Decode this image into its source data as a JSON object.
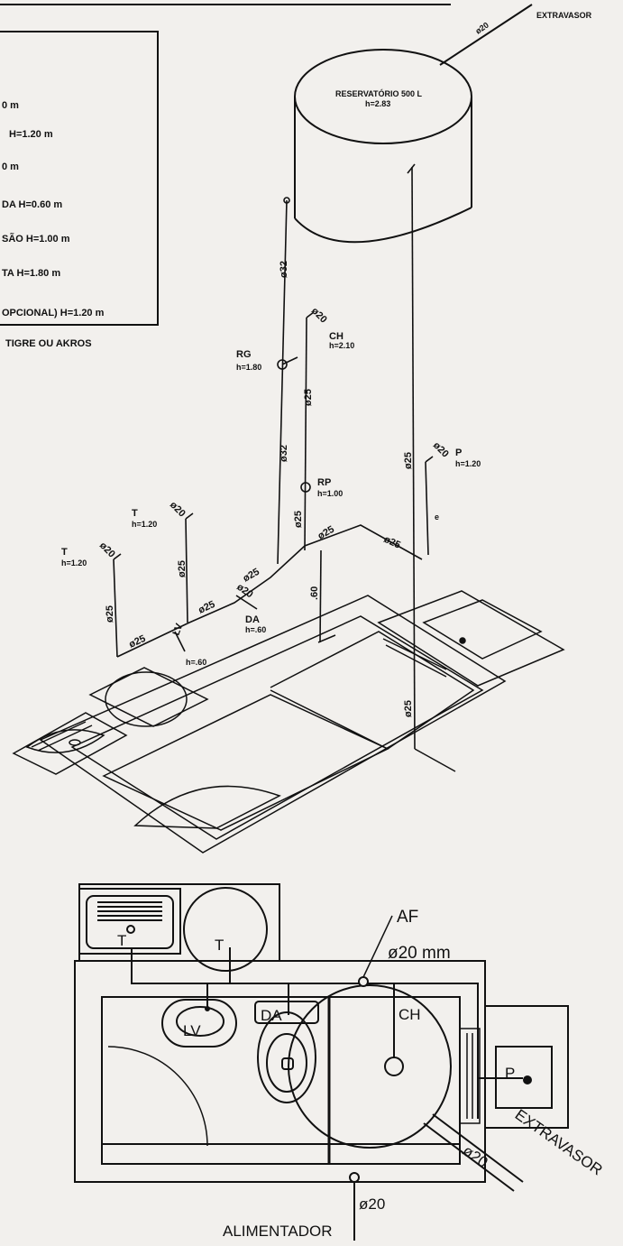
{
  "legend": {
    "lines": [
      "0 m",
      "H=1.20 m",
      "0 m",
      "DA   H=0.60 m",
      "SÃO   H=1.00 m",
      "TA   H=1.80 m",
      "OPCIONAL)   H=1.20 m"
    ],
    "note": "TIGRE OU AKROS"
  },
  "isometric": {
    "tank_title": "RESERVATÓRIO 500 L",
    "tank_height": "h=2.83",
    "overflow_label": "EXTRAVASOR",
    "overflow_diam": "ø20",
    "labels": {
      "d32_a": "ø32",
      "d32_b": "ø32",
      "d25_rg": "ø25",
      "d25_rp": "ø25",
      "d25_right": "ø25",
      "d25_right_low": "ø25",
      "d25_h1": "ø25",
      "d25_h2": "ø25",
      "d25_h3": "ø25",
      "d25_h4": "ø25",
      "d25_t1": "ø25",
      "d25_t2": "ø25",
      "d25_lv": "ø25",
      "d20_ch": "ø20",
      "d20_p": "ø20",
      "d20_t1": "ø20",
      "d20_t2": "ø20",
      "d20_da": "ø20",
      "drop_60": ".60",
      "rg": "RG",
      "rg_h": "h=1.80",
      "ch": "CH",
      "ch_h": "h=2.10",
      "rp": "RP",
      "rp_h": "h=1.00",
      "p": "P",
      "p_h": "h=1.20",
      "t1": "T",
      "t1_h": "h=1.20",
      "t2": "T",
      "t2_h": "h=1.20",
      "da": "DA",
      "da_h": "h=.60",
      "lv": "LV",
      "lv_h": "h=.60",
      "mark_e": "e"
    }
  },
  "plan": {
    "af_label": "AF",
    "af_diam": "ø20  mm",
    "t_tank": "T",
    "t_toilet": "T",
    "lv": "LV",
    "da": "DA",
    "ch": "CH",
    "p": "P",
    "extravasor": "EXTRAVASOR",
    "extravasor_diam": "ø20",
    "alimentador_diam": "ø20",
    "alimentador": "ALIMENTADOR"
  }
}
